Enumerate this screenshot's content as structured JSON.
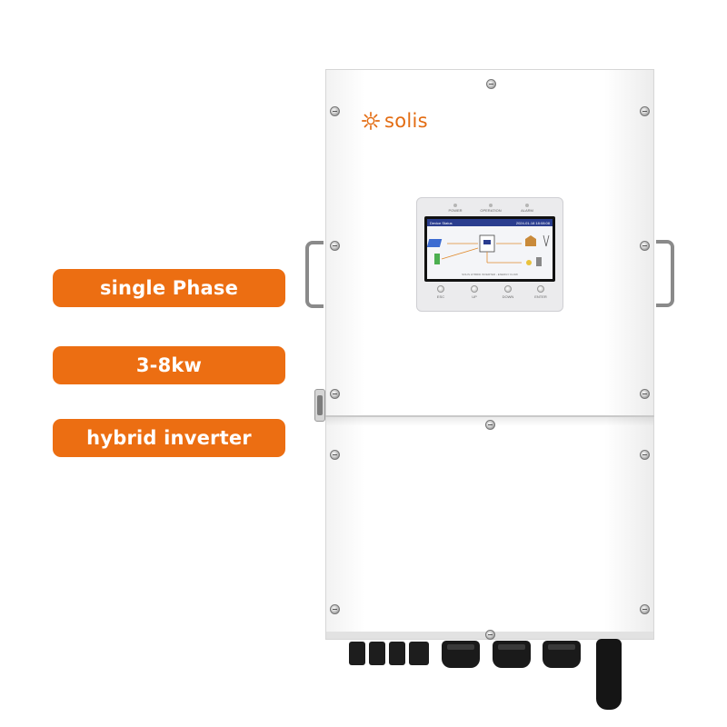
{
  "badges": [
    {
      "label": "single Phase"
    },
    {
      "label": "3-8kw"
    },
    {
      "label": "hybrid inverter"
    }
  ],
  "brand": {
    "name": "solis",
    "color": "#e36c12"
  },
  "badge_color": "#ec6e12",
  "display": {
    "leds": [
      "POWER",
      "OPERATION",
      "ALARM"
    ],
    "screen_title": "Device Status",
    "screen_datetime": "2024-01-18  18:08:08",
    "screen_footer": "SOLIS HYBRID INVERTER - ENERGY FLOW",
    "keys": [
      "ESC",
      "UP",
      "DOWN",
      "ENTER"
    ]
  }
}
